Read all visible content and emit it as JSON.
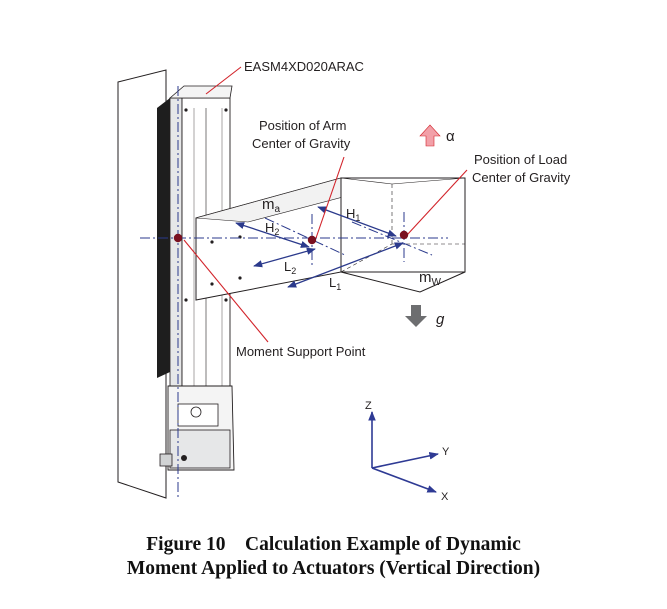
{
  "labels": {
    "model": "EASM4XD020ARAC",
    "arm_cog": [
      "Position of Arm",
      "Center of Gravity"
    ],
    "load_cog": [
      "Position of Load",
      "Center of Gravity"
    ],
    "moment_support": "Moment Support Point"
  },
  "symbols": {
    "alpha": "α",
    "g": "g",
    "ma_base": "m",
    "ma_sub": "a",
    "mw_base": "m",
    "mw_sub": "W",
    "h1_base": "H",
    "h1_sub": "1",
    "h2_base": "H",
    "h2_sub": "2",
    "l1_base": "L",
    "l1_sub": "1",
    "l2_base": "L",
    "l2_sub": "2"
  },
  "axes": {
    "z": "Z",
    "y": "Y",
    "x": "X"
  },
  "caption": {
    "line1": "Figure 10    Calculation Example of Dynamic",
    "line2": "Moment Applied to Actuators (Vertical Direction)"
  },
  "colors": {
    "dimension_blue": "#2b3a8c",
    "pointer_red": "#d2242b",
    "point_dark_red": "#7a1020",
    "alpha_arrow_pink": "#f2a0a8",
    "g_arrow_gray": "#6d6e70",
    "axis_blue": "#2e3a94"
  }
}
